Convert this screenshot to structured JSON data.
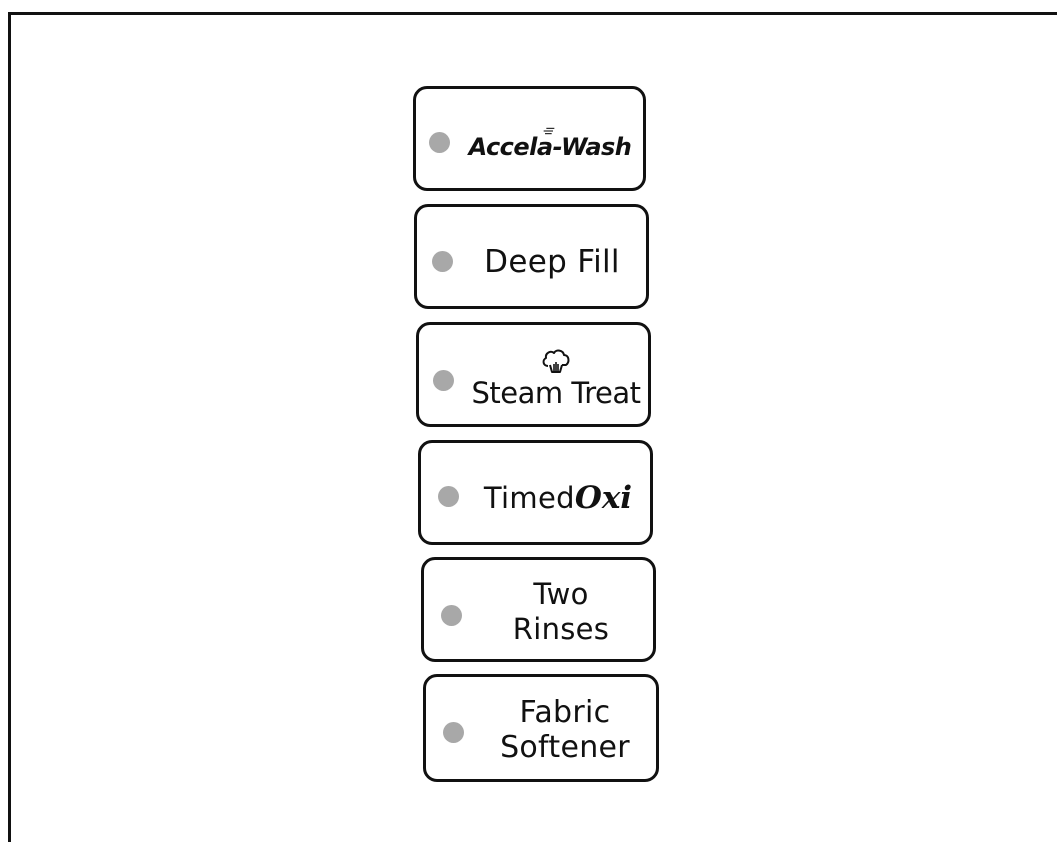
{
  "panel": {
    "buttons": [
      {
        "id": "accela-wash",
        "label": "Accela-Wash",
        "indicator": "off"
      },
      {
        "id": "deep-fill",
        "label": "Deep Fill",
        "indicator": "off"
      },
      {
        "id": "steam-treat",
        "label": "Steam Treat",
        "icon": "steam-icon",
        "indicator": "off"
      },
      {
        "id": "timed-oxi",
        "label_prefix": "Timed",
        "label_suffix": "Oxi",
        "indicator": "off"
      },
      {
        "id": "two-rinses",
        "label_lines": [
          "Two",
          "Rinses"
        ],
        "indicator": "off"
      },
      {
        "id": "fabric-softener",
        "label_lines": [
          "Fabric",
          "Softener"
        ],
        "indicator": "off"
      }
    ]
  },
  "colors": {
    "outline": "#111111",
    "indicator_off": "#a8a8a8",
    "background": "#ffffff"
  }
}
